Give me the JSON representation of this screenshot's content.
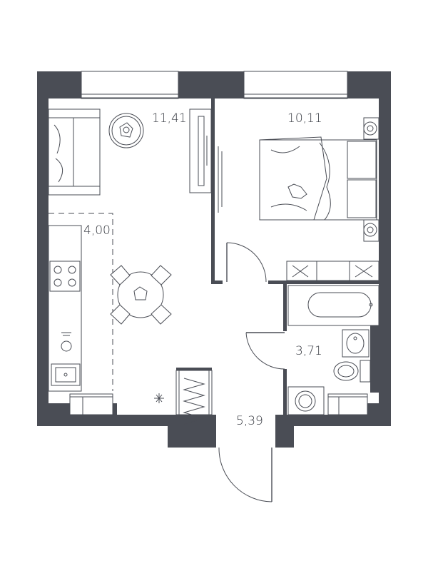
{
  "plan": {
    "colors": {
      "wall": "#4a4d55",
      "line": "#4a4d55",
      "background": "#ffffff",
      "text": "#3a3d44"
    },
    "rooms": [
      {
        "id": "living",
        "area": "11,41"
      },
      {
        "id": "bedroom",
        "area": "10,11"
      },
      {
        "id": "kitchen",
        "area": "4,00"
      },
      {
        "id": "bathroom",
        "area": "3,71"
      },
      {
        "id": "hallway",
        "area": "5,39"
      }
    ],
    "icons": [
      "sofa",
      "round-table",
      "tv-unit",
      "double-bed",
      "dining-table",
      "chair",
      "bathtub",
      "toilet",
      "washbasin",
      "washing-machine",
      "stove",
      "sink",
      "wardrobe",
      "lamp"
    ]
  }
}
